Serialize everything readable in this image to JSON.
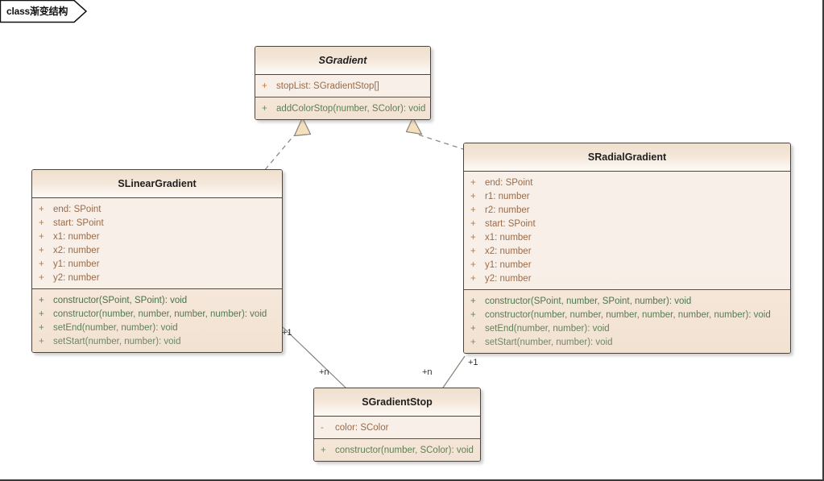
{
  "diagram": {
    "tab_label": "class渐变结构",
    "background": "#ffffff",
    "border_color": "#3a3a3a"
  },
  "palette": {
    "class_border": "#4d453d",
    "header_top": "#efdfcd",
    "header_bottom": "#fdfaf6",
    "attr_bg": "#f8f0e8",
    "ops_bg": "#f6e8db",
    "attr_text": "#9a6a48",
    "attr_vis": "#c8762c",
    "ops_text": "#36663a",
    "ops_vis": "#3f7a3f",
    "link_line": "#8a8279",
    "arrow_fill": "#f5e0bd"
  },
  "classes": {
    "sgradient": {
      "name": "SGradient",
      "abstract": true,
      "attributes": [
        {
          "vis": "+",
          "text": "stopList: SGradientStop[]"
        }
      ],
      "operations": [
        {
          "vis": "+",
          "text": "addColorStop(number, SColor): void"
        }
      ]
    },
    "slineargradient": {
      "name": "SLinearGradient",
      "abstract": false,
      "attributes": [
        {
          "vis": "+",
          "text": "end: SPoint"
        },
        {
          "vis": "+",
          "text": "start: SPoint"
        },
        {
          "vis": "+",
          "text": "x1: number"
        },
        {
          "vis": "+",
          "text": "x2: number"
        },
        {
          "vis": "+",
          "text": "y1: number"
        },
        {
          "vis": "+",
          "text": "y2: number"
        }
      ],
      "operations": [
        {
          "vis": "+",
          "text": "constructor(SPoint, SPoint): void"
        },
        {
          "vis": "+",
          "text": "constructor(number, number, number, number): void"
        },
        {
          "vis": "+",
          "text": "setEnd(number, number): void"
        },
        {
          "vis": "+",
          "text": "setStart(number, number): void"
        }
      ]
    },
    "sradialgradient": {
      "name": "SRadialGradient",
      "abstract": false,
      "attributes": [
        {
          "vis": "+",
          "text": "end: SPoint"
        },
        {
          "vis": "+",
          "text": "r1: number"
        },
        {
          "vis": "+",
          "text": "r2: number"
        },
        {
          "vis": "+",
          "text": "start: SPoint"
        },
        {
          "vis": "+",
          "text": "x1: number"
        },
        {
          "vis": "+",
          "text": "x2: number"
        },
        {
          "vis": "+",
          "text": "y1: number"
        },
        {
          "vis": "+",
          "text": "y2: number"
        }
      ],
      "operations": [
        {
          "vis": "+",
          "text": "constructor(SPoint, number, SPoint, number): void"
        },
        {
          "vis": "+",
          "text": "constructor(number, number, number, number, number, number): void"
        },
        {
          "vis": "+",
          "text": "setEnd(number, number): void"
        },
        {
          "vis": "+",
          "text": "setStart(number, number): void"
        }
      ]
    },
    "sgradientstop": {
      "name": "SGradientStop",
      "abstract": false,
      "attributes": [
        {
          "vis": "-",
          "text": "color: SColor"
        }
      ],
      "operations": [
        {
          "vis": "+",
          "text": "constructor(number, SColor): void"
        }
      ]
    }
  },
  "relationships": {
    "realization_linear": {
      "from": "SLinearGradient",
      "to": "SGradient",
      "style": "dashed",
      "arrow": "hollow-triangle"
    },
    "realization_radial": {
      "from": "SRadialGradient",
      "to": "SGradient",
      "style": "dashed",
      "arrow": "hollow-triangle"
    },
    "assoc_linear_stop": {
      "from": "SLinearGradient",
      "to": "SGradientStop",
      "style": "solid",
      "source_mult": "+1",
      "target_mult": "+n"
    },
    "assoc_radial_stop": {
      "from": "SRadialGradient",
      "to": "SGradientStop",
      "style": "solid",
      "source_mult": "+1",
      "target_mult": "+n"
    }
  },
  "multiplicity_labels": {
    "linear_one": "+1",
    "linear_many": "+n",
    "radial_many": "+n",
    "radial_one": "+1"
  }
}
